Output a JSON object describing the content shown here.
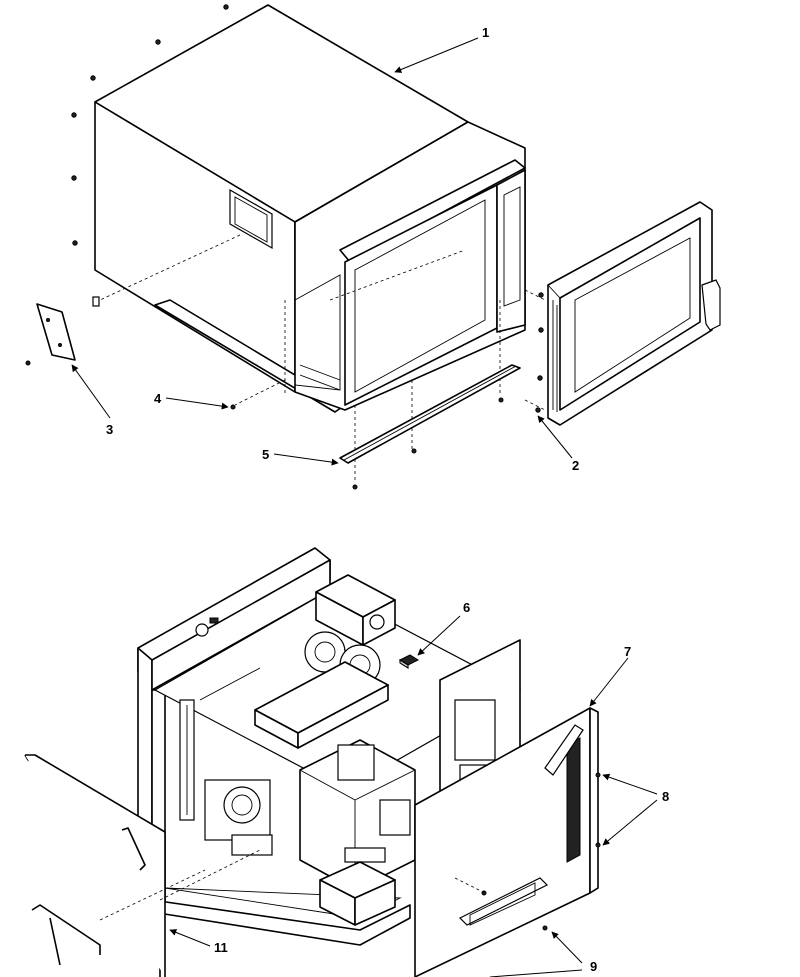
{
  "callouts": {
    "c1": "1",
    "c2": "2",
    "c3": "3",
    "c4": "4",
    "c5": "5",
    "c6": "6",
    "c7": "7",
    "c8": "8",
    "c9": "9",
    "c11": "11"
  }
}
